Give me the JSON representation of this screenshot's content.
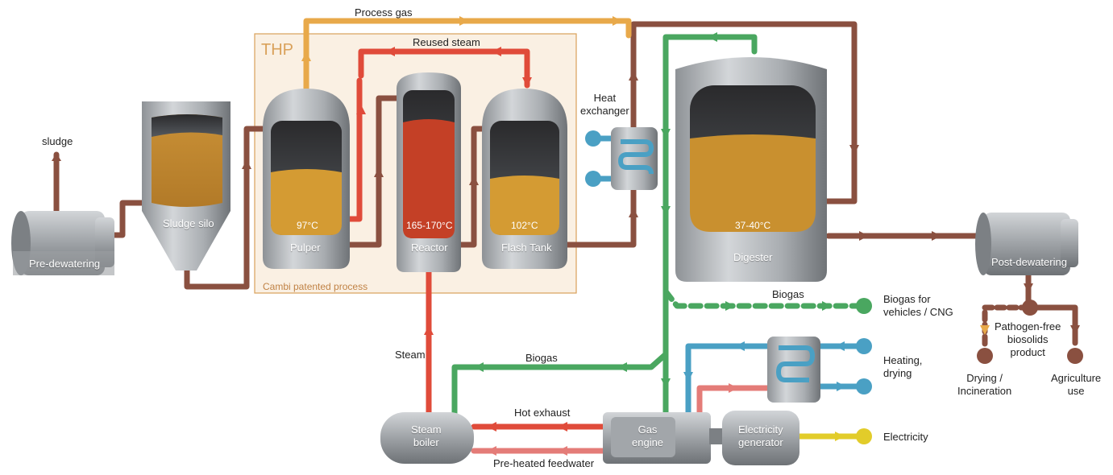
{
  "thp": {
    "title": "THP",
    "note": "Cambi patented process"
  },
  "inputs": {
    "sludge": "sludge"
  },
  "equipment": {
    "pre_dewatering": "Pre-dewatering",
    "sludge_silo": "Sludge silo",
    "pulper": "Pulper",
    "reactor": "Reactor",
    "flash_tank": "Flash Tank",
    "heat_exchanger": "Heat\nexchanger",
    "digester": "Digester",
    "post_dewatering": "Post-dewatering",
    "steam_boiler": "Steam\nboiler",
    "gas_engine": "Gas\nengine",
    "electricity_generator": "Electricity\ngenerator"
  },
  "temperatures": {
    "pulper": "97°C",
    "reactor": "165-170°C",
    "flash_tank": "102°C",
    "digester": "37-40°C"
  },
  "flows": {
    "process_gas": "Process gas",
    "reused_steam": "Reused steam",
    "steam": "Steam",
    "biogas_upper": "Biogas",
    "biogas_lower": "Biogas",
    "hot_exhaust": "Hot exhaust",
    "preheated_feedwater": "Pre-heated feedwater"
  },
  "outputs": {
    "biogas_vehicles": "Biogas for\nvehicles / CNG",
    "heating": "Heating,\ndrying",
    "electricity": "Electricity",
    "biosolids": "Pathogen-free\nbiosolids\nproduct",
    "drying": "Drying /\nIncineration",
    "agriculture": "Agriculture\nuse"
  },
  "colors": {
    "sludge": "#8a5040",
    "process_gas": "#e8a94a",
    "steam": "#e04b3a",
    "biogas": "#4aa760",
    "heating": "#4aa0c4",
    "feedwater": "#e47c78",
    "electricity": "#e2cc2a",
    "thp_frame": "#d9a15a"
  }
}
